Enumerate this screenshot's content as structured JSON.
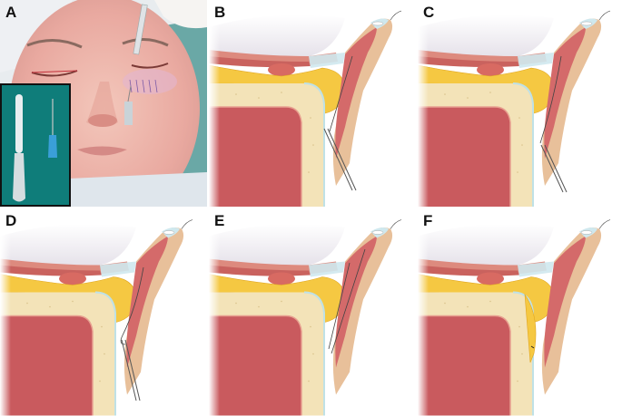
{
  "figure": {
    "panels": [
      {
        "id": "A",
        "label": "A",
        "content": "clinical-photo",
        "description": "Patient face with scalpel and needle at lower eyelid; inset shows instruments"
      },
      {
        "id": "B",
        "label": "B",
        "content": "illustration",
        "step": "needle inserted below orbital fat"
      },
      {
        "id": "C",
        "label": "C",
        "content": "illustration",
        "step": "needle advanced through skin"
      },
      {
        "id": "D",
        "label": "D",
        "content": "illustration",
        "step": "suture passed with needle"
      },
      {
        "id": "E",
        "label": "E",
        "content": "illustration",
        "step": "suture threads in place"
      },
      {
        "id": "F",
        "label": "F",
        "content": "illustration",
        "step": "fat repositioned and sutured"
      }
    ],
    "inset": {
      "items": [
        "scalpel-blade",
        "needle"
      ]
    }
  },
  "colors": {
    "bone": "#f3e3b8",
    "fat": "#f5c842",
    "muscle": "#d46a6a",
    "sinus": "#c95a5e",
    "skin": "#e8c09a",
    "globe": "#f4f2f6",
    "conjunctiva": "#cfe8ee",
    "inset_bg": "#0f7d7a",
    "needle_hub": "#3a9fd8"
  }
}
